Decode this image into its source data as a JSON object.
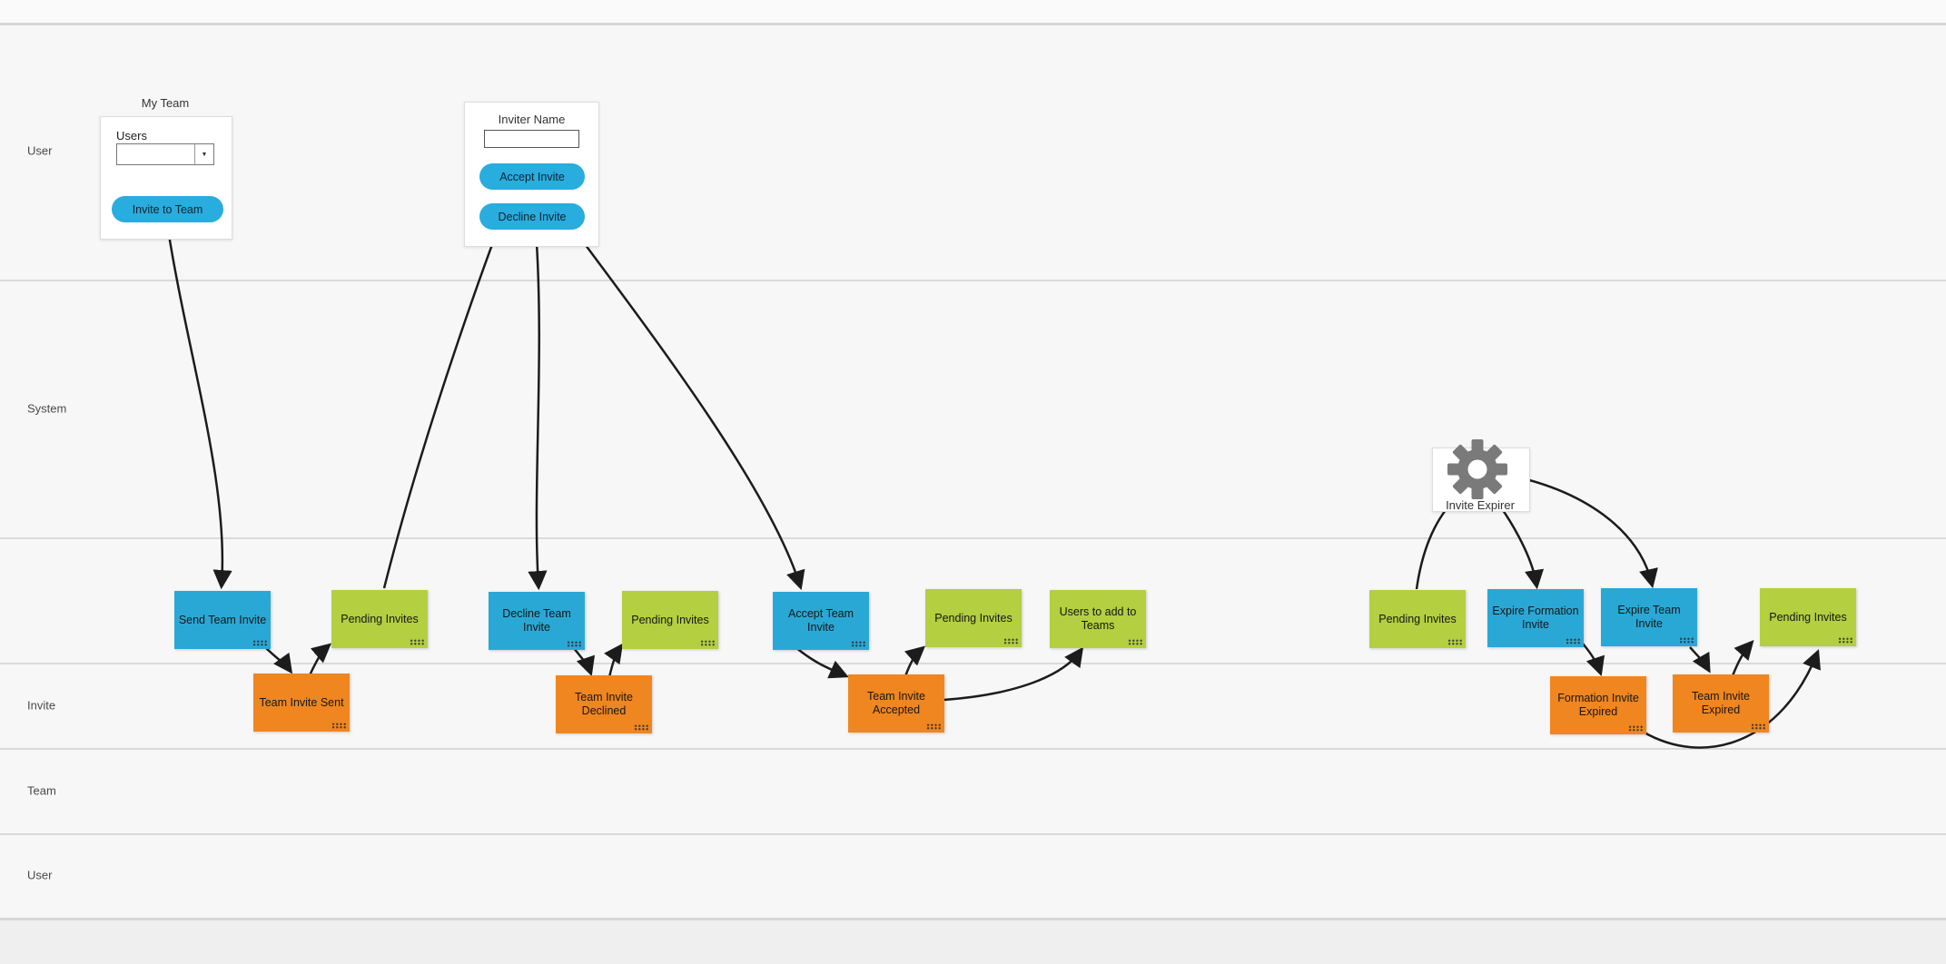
{
  "lanes": {
    "user_top": "User",
    "system": "System",
    "actions": "",
    "invite": "Invite",
    "team": "Team",
    "user_bottom": "User"
  },
  "forms": {
    "my_team": {
      "title": "My Team",
      "users_label": "Users",
      "users_value": "",
      "invite_button": "Invite to Team"
    },
    "inviter": {
      "title": "Inviter Name",
      "name_value": "",
      "accept_button": "Accept Invite",
      "decline_button": "Decline Invite"
    }
  },
  "expirer": {
    "label": "Invite Expirer",
    "icon": "gear-icon"
  },
  "nodes": [
    {
      "id": "send-team-invite",
      "label": "Send Team Invite",
      "type": "blue"
    },
    {
      "id": "pending-invites-1",
      "label": "Pending Invites",
      "type": "green"
    },
    {
      "id": "decline-team-invite",
      "label": "Decline Team Invite",
      "type": "blue"
    },
    {
      "id": "pending-invites-2",
      "label": "Pending Invites",
      "type": "green"
    },
    {
      "id": "accept-team-invite",
      "label": "Accept Team Invite",
      "type": "blue"
    },
    {
      "id": "pending-invites-3",
      "label": "Pending Invites",
      "type": "green"
    },
    {
      "id": "users-to-add-to-teams",
      "label": "Users to add to Teams",
      "type": "green"
    },
    {
      "id": "pending-invites-4",
      "label": "Pending Invites",
      "type": "green"
    },
    {
      "id": "expire-formation-invite",
      "label": "Expire Formation Invite",
      "type": "blue"
    },
    {
      "id": "expire-team-invite",
      "label": "Expire Team Invite",
      "type": "blue"
    },
    {
      "id": "pending-invites-5",
      "label": "Pending Invites",
      "type": "green"
    },
    {
      "id": "team-invite-sent",
      "label": "Team Invite Sent",
      "type": "orange"
    },
    {
      "id": "team-invite-declined",
      "label": "Team Invite Declined",
      "type": "orange"
    },
    {
      "id": "team-invite-accepted",
      "label": "Team Invite Accepted",
      "type": "orange"
    },
    {
      "id": "formation-invite-expired",
      "label": "Formation Invite Expired",
      "type": "orange"
    },
    {
      "id": "team-invite-expired",
      "label": "Team Invite Expired",
      "type": "orange"
    }
  ],
  "edges": [
    {
      "from": "invite-to-team-button",
      "to": "send-team-invite"
    },
    {
      "from": "pending-invites-1",
      "to": "inviter-name-input"
    },
    {
      "from": "decline-invite-button",
      "to": "decline-team-invite"
    },
    {
      "from": "accept-invite-button",
      "to": "accept-team-invite"
    },
    {
      "from": "send-team-invite",
      "to": "team-invite-sent"
    },
    {
      "from": "team-invite-sent",
      "to": "pending-invites-1"
    },
    {
      "from": "decline-team-invite",
      "to": "team-invite-declined"
    },
    {
      "from": "team-invite-declined",
      "to": "pending-invites-2"
    },
    {
      "from": "accept-team-invite",
      "to": "team-invite-accepted"
    },
    {
      "from": "team-invite-accepted",
      "to": "pending-invites-3"
    },
    {
      "from": "team-invite-accepted",
      "to": "users-to-add-to-teams"
    },
    {
      "from": "pending-invites-4",
      "to": "invite-expirer"
    },
    {
      "from": "invite-expirer",
      "to": "expire-formation-invite"
    },
    {
      "from": "invite-expirer",
      "to": "expire-team-invite"
    },
    {
      "from": "expire-formation-invite",
      "to": "formation-invite-expired"
    },
    {
      "from": "expire-team-invite",
      "to": "team-invite-expired"
    },
    {
      "from": "team-invite-expired",
      "to": "pending-invites-5"
    },
    {
      "from": "formation-invite-expired",
      "to": "pending-invites-5"
    }
  ],
  "colors": {
    "action_blue": "#2aa8d5",
    "data_green": "#b4cf3f",
    "event_orange": "#f0861f",
    "button_blue": "#29acde",
    "gear_gray": "#7a7a7a",
    "arrow": "#1c1c1c",
    "lane_line": "#dadada",
    "background": "#f7f7f7"
  }
}
